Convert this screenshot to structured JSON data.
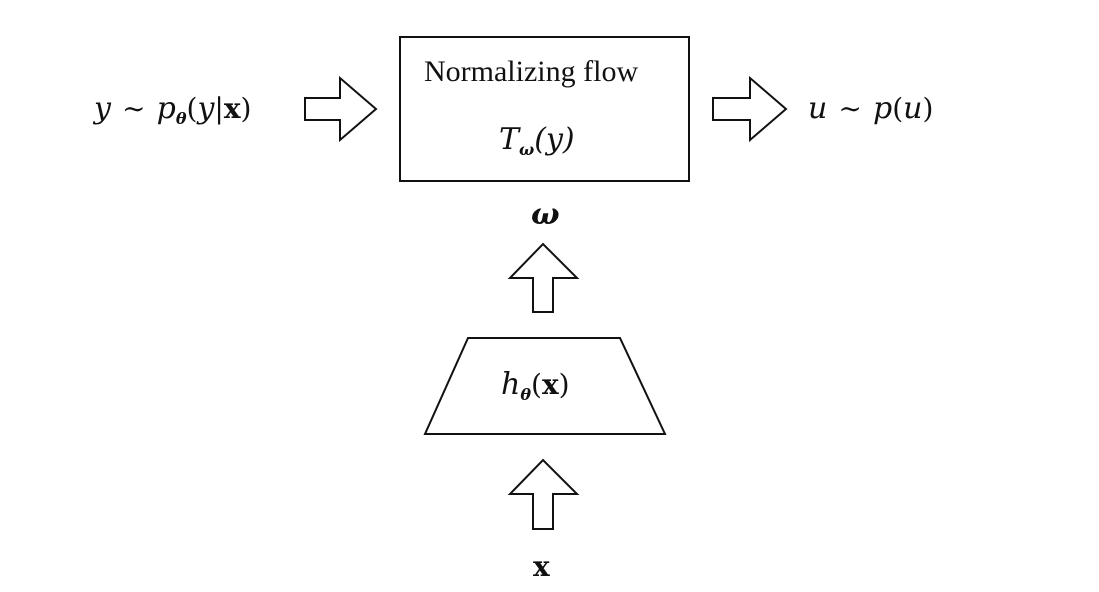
{
  "diagram": {
    "input": {
      "y_var": "y",
      "tilde": "∼",
      "density": "p",
      "param": "θ",
      "open": "(",
      "cond_var": "y",
      "bar": "|",
      "x": "x",
      "close": ")"
    },
    "flow_box": {
      "title": "Normalizing flow",
      "func": "T",
      "sub": "ω",
      "arg": "(y)"
    },
    "output": {
      "u_var": "u",
      "tilde": "∼",
      "density": "p",
      "arg_open": "(",
      "arg": "u",
      "arg_close": ")"
    },
    "omega_label": "ω",
    "hypernet": {
      "func": "h",
      "sub": "θ",
      "open": "(",
      "x": "x",
      "close": ")"
    },
    "x_label": "x",
    "colors": {
      "stroke": "#111111",
      "fill": "#ffffff"
    }
  }
}
